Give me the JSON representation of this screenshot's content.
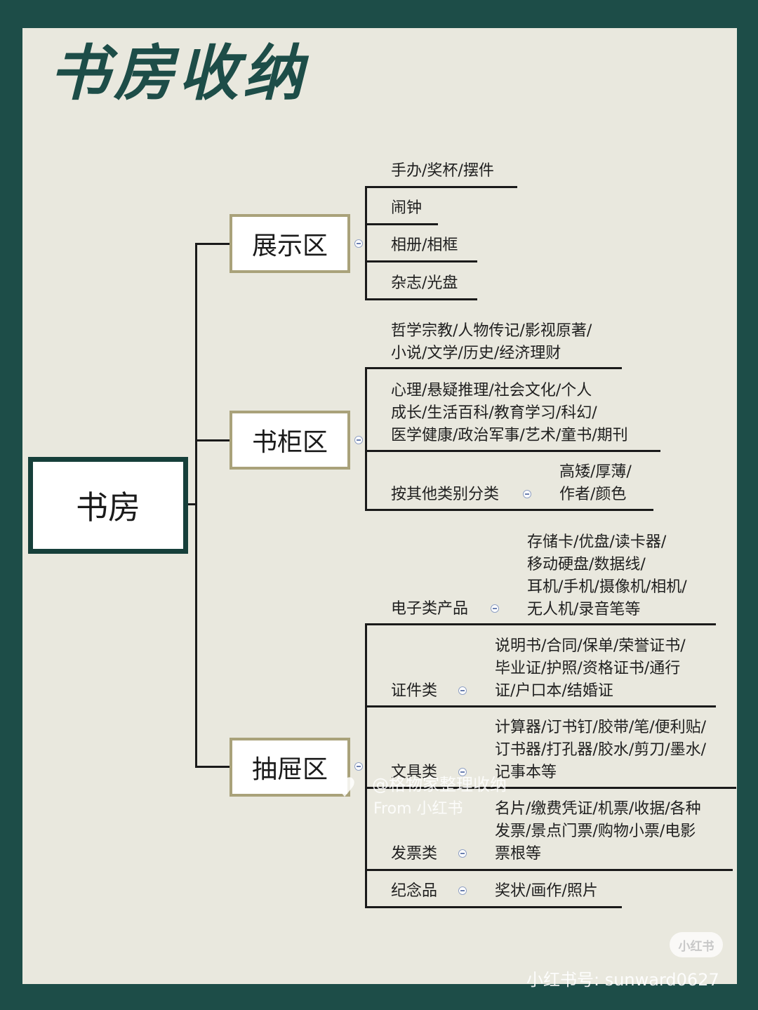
{
  "title": "书房收纳",
  "root": "书房",
  "branches": {
    "display": {
      "label": "展示区",
      "items": [
        "手办/奖杯/摆件",
        "闹钟",
        "相册/相框",
        "杂志/光盘"
      ]
    },
    "bookcase": {
      "label": "书柜区",
      "items": [
        [
          "哲学宗教/人物传记/影视原著/",
          "小说/文学/历史/经济理财"
        ],
        [
          "心理/悬疑推理/社会文化/个人",
          "成长/生活百科/教育学习/科幻/",
          "医学健康/政治军事/艺术/童书/期刊"
        ]
      ],
      "other": {
        "label": "按其他类别分类",
        "details": [
          "高矮/厚薄/",
          "作者/颜色"
        ]
      }
    },
    "drawer": {
      "label": "抽屉区",
      "items": [
        {
          "label": "电子类产品",
          "details": [
            "存储卡/优盘/读卡器/",
            "移动硬盘/数据线/",
            "耳机/手机/摄像机/相机/",
            "无人机/录音笔等"
          ]
        },
        {
          "label": "证件类",
          "details": [
            "说明书/合同/保单/荣誉证书/",
            "毕业证/护照/资格证书/通行",
            "证/户口本/结婚证"
          ]
        },
        {
          "label": "文具类",
          "details": [
            "计算器/订书钉/胶带/笔/便利贴/",
            "订书器/打孔器/胶水/剪刀/墨水/",
            "记事本等"
          ]
        },
        {
          "label": "发票类",
          "details": [
            "名片/缴费凭证/机票/收据/各种",
            "发票/景点门票/购物小票/电影",
            "票根等"
          ]
        },
        {
          "label": "纪念品",
          "details": [
            "奖状/画作/照片"
          ]
        }
      ]
    }
  },
  "watermark": {
    "handle": "@格物家整理收纳",
    "from": "From 小红书",
    "logo": "小红书",
    "account": "小红书号: sunward0627"
  },
  "colors": {
    "frame": "#1d4d48",
    "background": "#e9e8de",
    "branch_border": "#a9a27a",
    "root_border": "#163f3a"
  }
}
